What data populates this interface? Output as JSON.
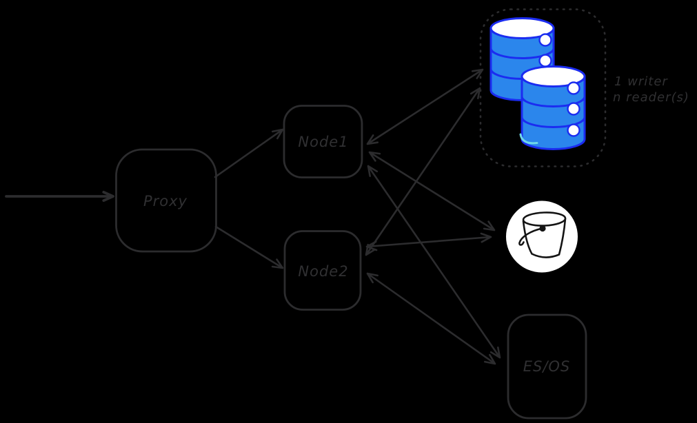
{
  "nodes": {
    "proxy": {
      "label": "Proxy"
    },
    "node1": {
      "label": "Node1"
    },
    "node2": {
      "label": "Node2"
    },
    "esos": {
      "label": "ES/OS"
    }
  },
  "database_cluster": {
    "annotation_line1": "1 writer",
    "annotation_line2": "n reader(s)"
  },
  "icons": {
    "database_primary": "database-icon",
    "database_secondary": "database-icon",
    "object_storage": "bucket-icon"
  },
  "edges": [
    {
      "from": "external-client",
      "to": "proxy",
      "bidirectional": false
    },
    {
      "from": "proxy",
      "to": "node1",
      "bidirectional": false
    },
    {
      "from": "proxy",
      "to": "node2",
      "bidirectional": false
    },
    {
      "from": "node1",
      "to": "database-cluster",
      "bidirectional": true
    },
    {
      "from": "node2",
      "to": "database-cluster",
      "bidirectional": true
    },
    {
      "from": "node1",
      "to": "bucket",
      "bidirectional": true
    },
    {
      "from": "node2",
      "to": "bucket",
      "bidirectional": true
    },
    {
      "from": "node1",
      "to": "esos",
      "bidirectional": true
    },
    {
      "from": "node2",
      "to": "esos",
      "bidirectional": true
    }
  ],
  "colors": {
    "background": "#000000",
    "stroke": "#2c2c2e",
    "text": "#303032",
    "db_fill": "#2b86ec",
    "db_stroke": "#1b2cf0",
    "db_accent": "#6fd8e8",
    "white": "#ffffff",
    "bucket_stroke": "#141414"
  }
}
